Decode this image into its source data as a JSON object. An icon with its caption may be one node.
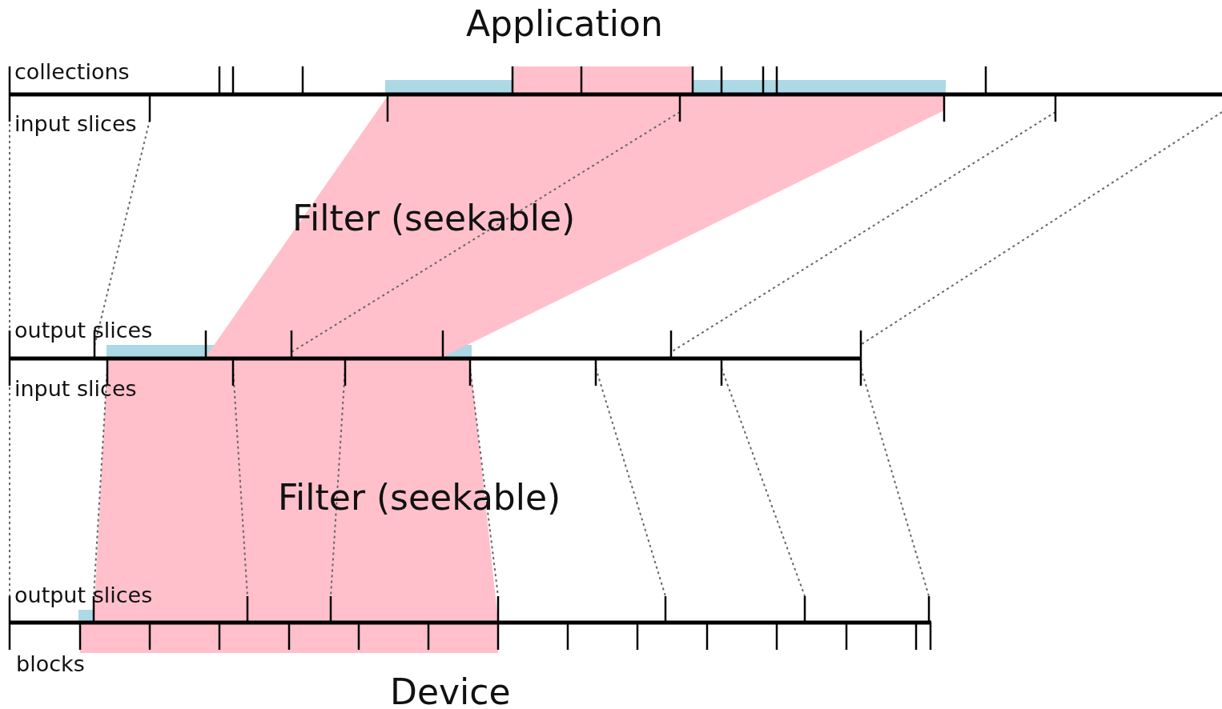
{
  "diagram": {
    "labels": [
      "Application",
      "collections",
      "input slices",
      "Filter (seekable)",
      "output slices",
      "input slices",
      "Filter (seekable)",
      "output slices",
      "blocks",
      "Device"
    ]
  }
}
